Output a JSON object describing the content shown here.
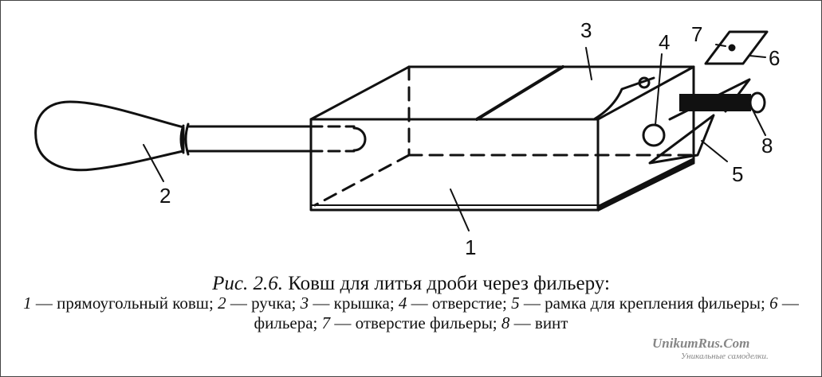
{
  "figure": {
    "callouts": [
      "1",
      "2",
      "3",
      "4",
      "5",
      "6",
      "7",
      "8"
    ]
  },
  "caption": {
    "label": "Рис. 2.6.",
    "title": "Ковш для литья дроби через фильеру:",
    "legend": [
      {
        "n": "1",
        "text": " — прямоугольный ковш; "
      },
      {
        "n": "2",
        "text": " — ручка; "
      },
      {
        "n": "3",
        "text": " — крышка; "
      },
      {
        "n": "4",
        "text": " — отверстие; "
      },
      {
        "n": "5",
        "text": " — рамка для крепления фильеры; "
      },
      {
        "n": "6",
        "text": " — фильера; "
      },
      {
        "n": "7",
        "text": " — отверстие фильеры; "
      },
      {
        "n": "8",
        "text": " — винт"
      }
    ]
  },
  "watermark": {
    "site": "UnikumRus.Com",
    "tagline": "Уникальные самоделки."
  }
}
